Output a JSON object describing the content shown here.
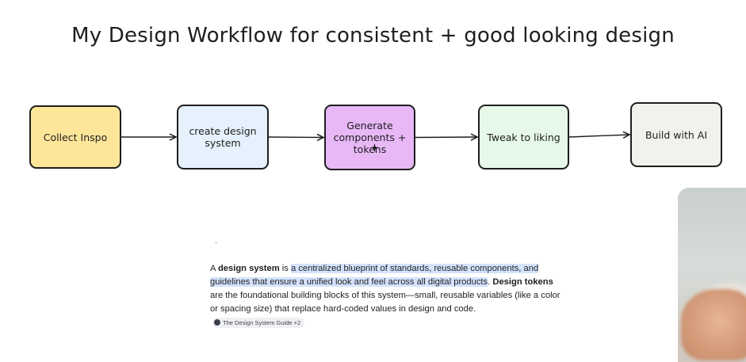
{
  "diagram": {
    "title": "My Design Workflow for consistent + good looking design",
    "nodes": [
      {
        "id": "n1",
        "label": "Collect Inspo",
        "fill": "#fde59a"
      },
      {
        "id": "n2",
        "label": "create design system",
        "fill": "#e5f2fd"
      },
      {
        "id": "n3",
        "label": "Generate components + tokens",
        "fill": "#e7b7f6"
      },
      {
        "id": "n4",
        "label": "Tweak to liking",
        "fill": "#e6f8e8"
      },
      {
        "id": "n5",
        "label": "Build with AI",
        "fill": "#f3f1ee"
      }
    ],
    "edges": [
      {
        "from": "n1",
        "to": "n2"
      },
      {
        "from": "n2",
        "to": "n3"
      },
      {
        "from": "n3",
        "to": "n4"
      },
      {
        "from": "n4",
        "to": "n5"
      }
    ]
  },
  "answer": {
    "p1": "A ",
    "p2": "design system",
    "p3": " is ",
    "p4": "a centralized blueprint of standards, reusable components, and guidelines that ensure a unified look and feel across all digital products",
    "p5": ". ",
    "p6": "Design tokens",
    "p7": " are the foundational building blocks of this system—small, reusable variables (like a color or spacing size) that replace hard-coded values in design and code.",
    "source_chip": "The Design System Guide +2",
    "highlight_color": "#d3e3fd"
  }
}
